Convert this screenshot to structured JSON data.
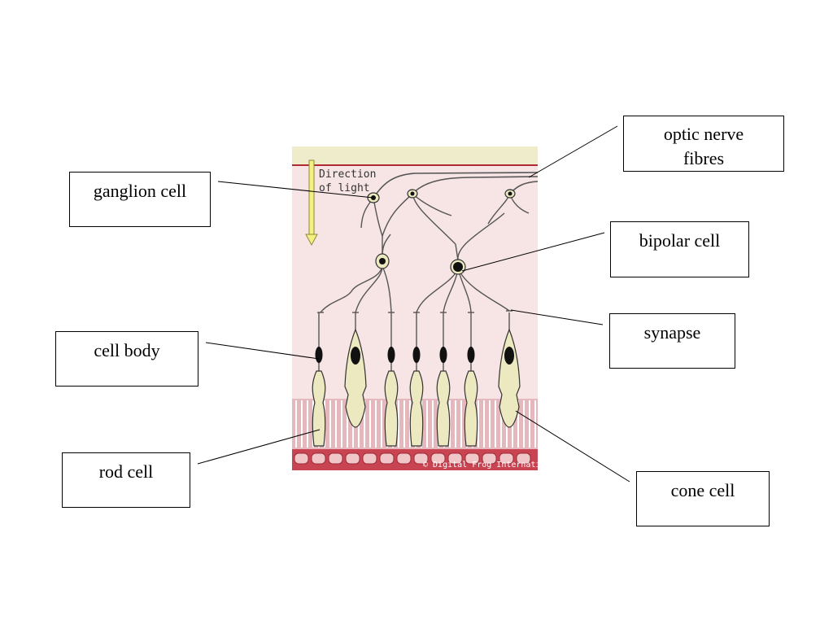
{
  "figure": {
    "direction_text": [
      "Direction",
      "of light"
    ],
    "copyright": "© Digital Frog International"
  },
  "labels": {
    "ganglion": [
      "ganglion cell"
    ],
    "optic": [
      "optic nerve",
      "fibres"
    ],
    "bipolar": [
      "bipolar cell"
    ],
    "synapse": [
      "synapse"
    ],
    "cell_body": [
      "cell body"
    ],
    "rod": [
      "rod cell"
    ],
    "cone": [
      "cone cell"
    ]
  },
  "colors": {
    "retina_background": "#f7e4e4",
    "top_band": "#eeeccb",
    "nerve_line": "#b02a33",
    "cell_fill": "#ece8c0",
    "outer_segment_band": "#e5b8bd",
    "epithelium": "#c84452",
    "arrow": "#f6f083"
  }
}
